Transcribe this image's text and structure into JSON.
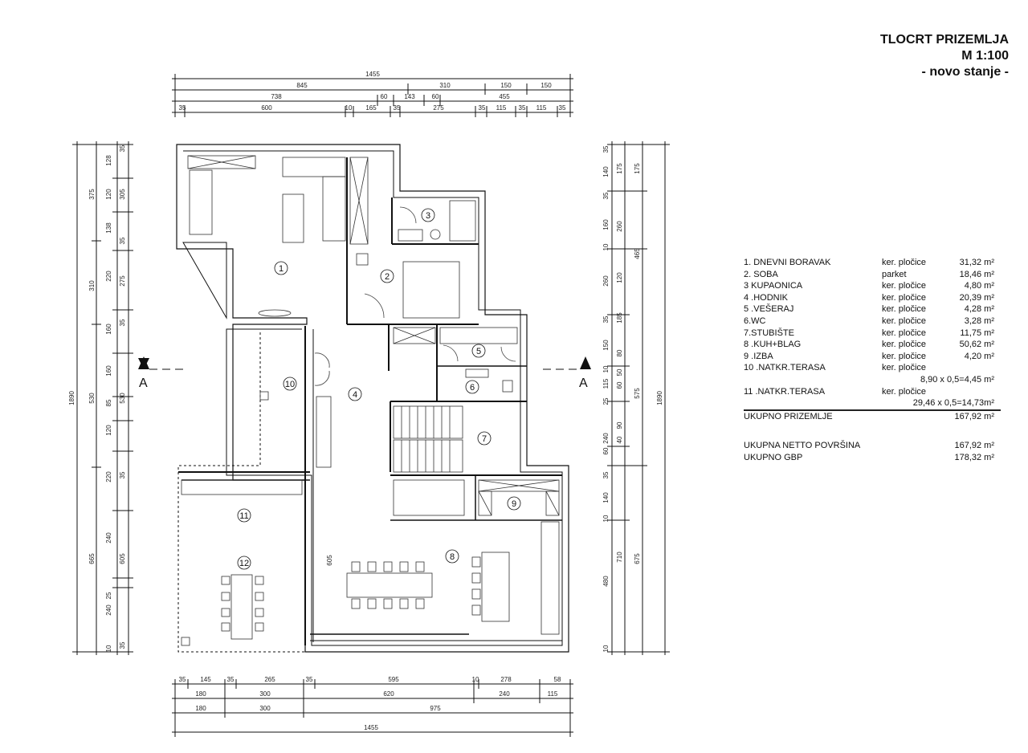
{
  "title": {
    "line1": "TLOCRT PRIZEMLJA",
    "line2": "M 1:100",
    "line3": "- novo stanje -"
  },
  "rooms": [
    {
      "name": "1. DNEVNI BORAVAK",
      "material": "ker. pločice",
      "area": "31,32 m²"
    },
    {
      "name": "2. SOBA",
      "material": "parket",
      "area": "18,46 m²"
    },
    {
      "name": "3  KUPAONICA",
      "material": "ker. pločice",
      "area": "4,80 m²"
    },
    {
      "name": "4 .HODNIK",
      "material": "ker. pločice",
      "area": "20,39 m²"
    },
    {
      "name": "5 .VEŠERAJ",
      "material": "ker. pločice",
      "area": "4,28 m²"
    },
    {
      "name": "6.WC",
      "material": "ker. pločice",
      "area": "3,28 m²"
    },
    {
      "name": "7.STUBIŠTE",
      "material": "ker. pločice",
      "area": "11,75 m²"
    },
    {
      "name": "8 .KUH+BLAG",
      "material": "ker. pločice",
      "area": "50,62 m²"
    },
    {
      "name": "9 .IZBA",
      "material": "ker. pločice",
      "area": "4,20 m²"
    },
    {
      "name": "10 .NATKR.TERASA",
      "material": "ker. pločice",
      "area": "",
      "sub": "8,90 x 0,5=4,45 m²"
    },
    {
      "name": "11 .NATKR.TERASA",
      "material": "ker. pločice",
      "area": "",
      "sub": "29,46 x 0,5=14,73m²"
    }
  ],
  "totals": {
    "ground_label": "UKUPNO PRIZEMLJE",
    "ground_value": "167,92 m²",
    "net_label": "UKUPNA NETTO POVRŠINA",
    "net_value": "167,92  m²",
    "gbp_label": "UKUPNO GBP",
    "gbp_value": "178,32 m²"
  },
  "section_marks": [
    "A",
    "A"
  ],
  "room_numbers": [
    "1",
    "2",
    "3",
    "4",
    "5",
    "6",
    "7",
    "8",
    "9",
    "10",
    "11",
    "12"
  ],
  "dimensions": {
    "top": {
      "row1": [
        "1455"
      ],
      "row2": [
        "845",
        "310",
        "150",
        "150"
      ],
      "row3": [
        "738",
        "60",
        "143",
        "60",
        "455"
      ],
      "row4": [
        "35",
        "600",
        "10",
        "165",
        "35",
        "275",
        "35",
        "115",
        "35",
        "115",
        "35"
      ]
    },
    "bottom": {
      "row1": [
        "35",
        "145",
        "35",
        "265",
        "35",
        "595",
        "10",
        "278",
        "58"
      ],
      "row2": [
        "180",
        "300",
        "620",
        "240",
        "115"
      ],
      "row3": [
        "180",
        "300",
        "975"
      ],
      "row4": [
        "1455"
      ]
    },
    "left": {
      "col1": [
        "1890"
      ],
      "col2": [
        "375",
        "310",
        "530",
        "665"
      ],
      "col3": [
        "128",
        "120",
        "138",
        "220",
        "160",
        "160",
        "85",
        "120",
        "220",
        "240",
        "25",
        "240",
        "10"
      ],
      "col4": [
        "35",
        "305",
        "35",
        "275",
        "35",
        "530",
        "35",
        "605",
        "35"
      ]
    },
    "right": {
      "col1": [
        "35",
        "140",
        "35",
        "160",
        "10",
        "260",
        "35",
        "150",
        "10",
        "115",
        "25",
        "240",
        "60",
        "35",
        "140",
        "10",
        "480",
        "10"
      ],
      "col2": [
        "175",
        "260",
        "120",
        "185",
        "80",
        "50",
        "60",
        "90",
        "40",
        "710"
      ],
      "col3": [
        "175",
        "465",
        "575",
        "675"
      ],
      "col4": [
        "1890"
      ]
    },
    "inner": [
      "605"
    ]
  }
}
